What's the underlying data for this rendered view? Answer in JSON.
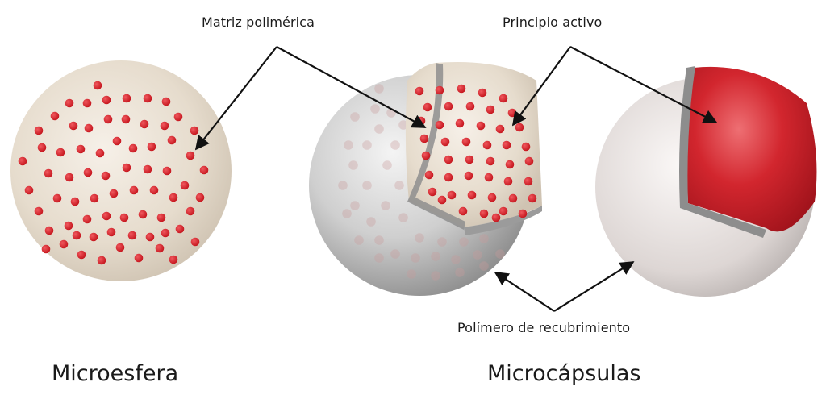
{
  "labels": {
    "matrix": "Matriz polimérica",
    "active": "Principio activo",
    "coating": "Polímero de recubrimiento",
    "microsphere": "Microesfera",
    "microcapsules": "Microcápsulas"
  },
  "colors": {
    "matrix_fill": "#ece3d6",
    "particle_red": "#d7262d",
    "coating_gray": "#bdbdbd",
    "core_red": "#c91f29",
    "arrow": "#111111"
  }
}
